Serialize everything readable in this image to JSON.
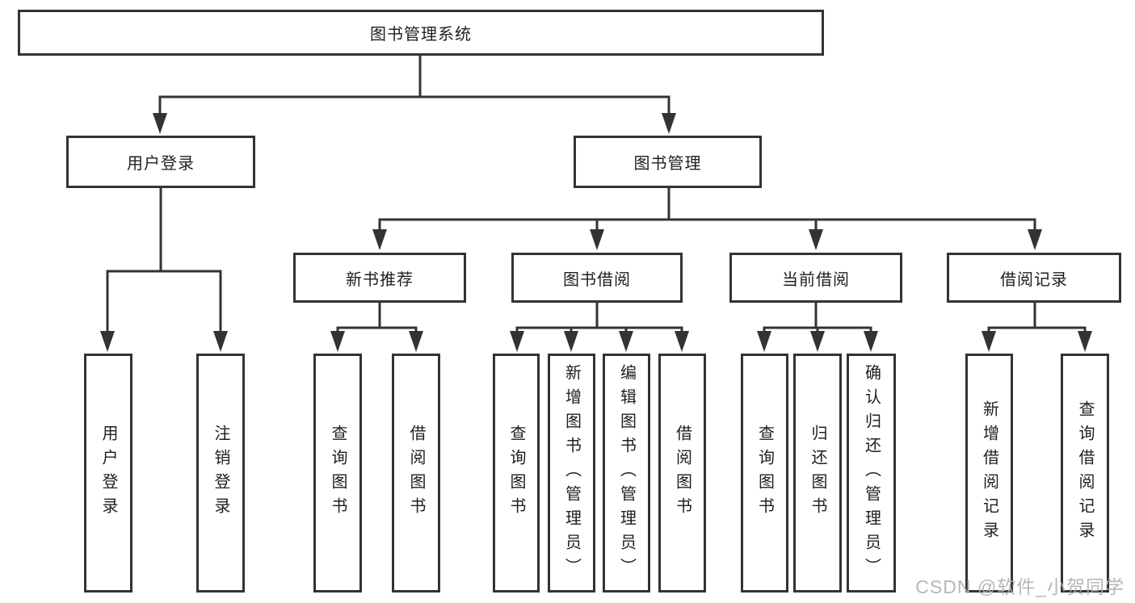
{
  "diagram": {
    "root": "图书管理系统",
    "branches": {
      "user_login": {
        "label": "用户登录",
        "leaves": [
          "用户登录",
          "注销登录"
        ]
      },
      "book_management": {
        "label": "图书管理",
        "sections": {
          "new_book_recommend": {
            "label": "新书推荐",
            "leaves": [
              "查询图书",
              "借阅图书"
            ]
          },
          "book_borrow": {
            "label": "图书借阅",
            "leaves": [
              "查询图书",
              "新增图书（管理员）",
              "编辑图书（管理员）",
              "借阅图书"
            ]
          },
          "current_borrow": {
            "label": "当前借阅",
            "leaves": [
              "查询图书",
              "归还图书",
              "确认归还（管理员）"
            ]
          },
          "borrow_record": {
            "label": "借阅记录",
            "leaves": [
              "新增借阅记录",
              "查询借阅记录"
            ]
          }
        }
      }
    }
  },
  "watermark": "CSDN @软件_小贺同学",
  "colors": {
    "line": "#333333",
    "box_border": "#333333",
    "text": "#1f1f1f",
    "watermark": "#b0b0b0",
    "background": "#ffffff"
  }
}
